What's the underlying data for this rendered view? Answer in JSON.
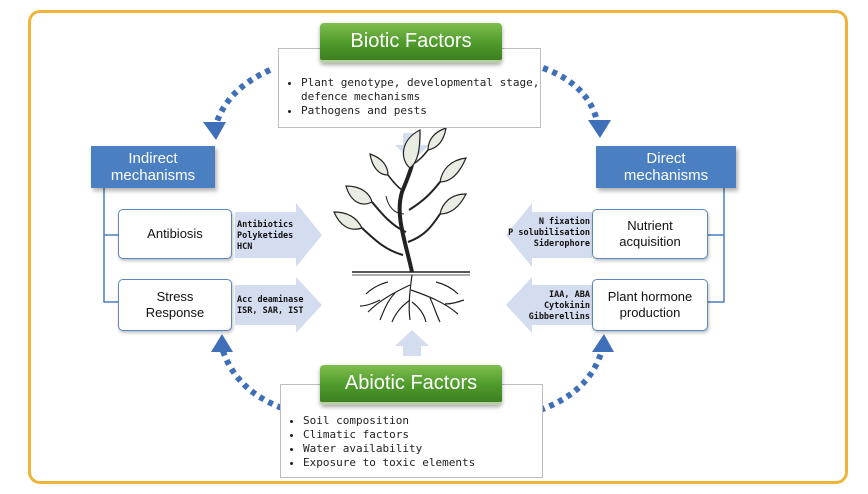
{
  "biotic": {
    "title": "Biotic Factors",
    "items": [
      "Plant genotype, developmental stage, defence mechanisms",
      "Pathogens and pests"
    ]
  },
  "abiotic": {
    "title": "Abiotic Factors",
    "items": [
      "Soil composition",
      "Climatic factors",
      "Water availability",
      "Exposure to toxic elements"
    ]
  },
  "indirect": {
    "title": "Indirect mechanisms",
    "antibiosis": {
      "label": "Antibiosis",
      "details": [
        "Antibiotics",
        "Polyketides",
        "HCN"
      ]
    },
    "stress": {
      "label": "Stress Response",
      "details": [
        "Acc deaminase",
        "ISR, SAR, IST"
      ]
    }
  },
  "direct": {
    "title": "Direct mechanisms",
    "nutrient": {
      "label": "Nutrient acquisition",
      "details": [
        "N fixation",
        "P solubilisation",
        "Siderophore"
      ]
    },
    "hormone": {
      "label": "Plant hormone production",
      "details": [
        "IAA, ABA",
        "Cytokinin",
        "Gibberellins"
      ]
    }
  },
  "colors": {
    "frame": "#f0b43a",
    "green": "#4e9a2b",
    "blue": "#4a7fc2",
    "arrow_fill": "#d4ddef",
    "dotted": "#3f6fb8"
  }
}
